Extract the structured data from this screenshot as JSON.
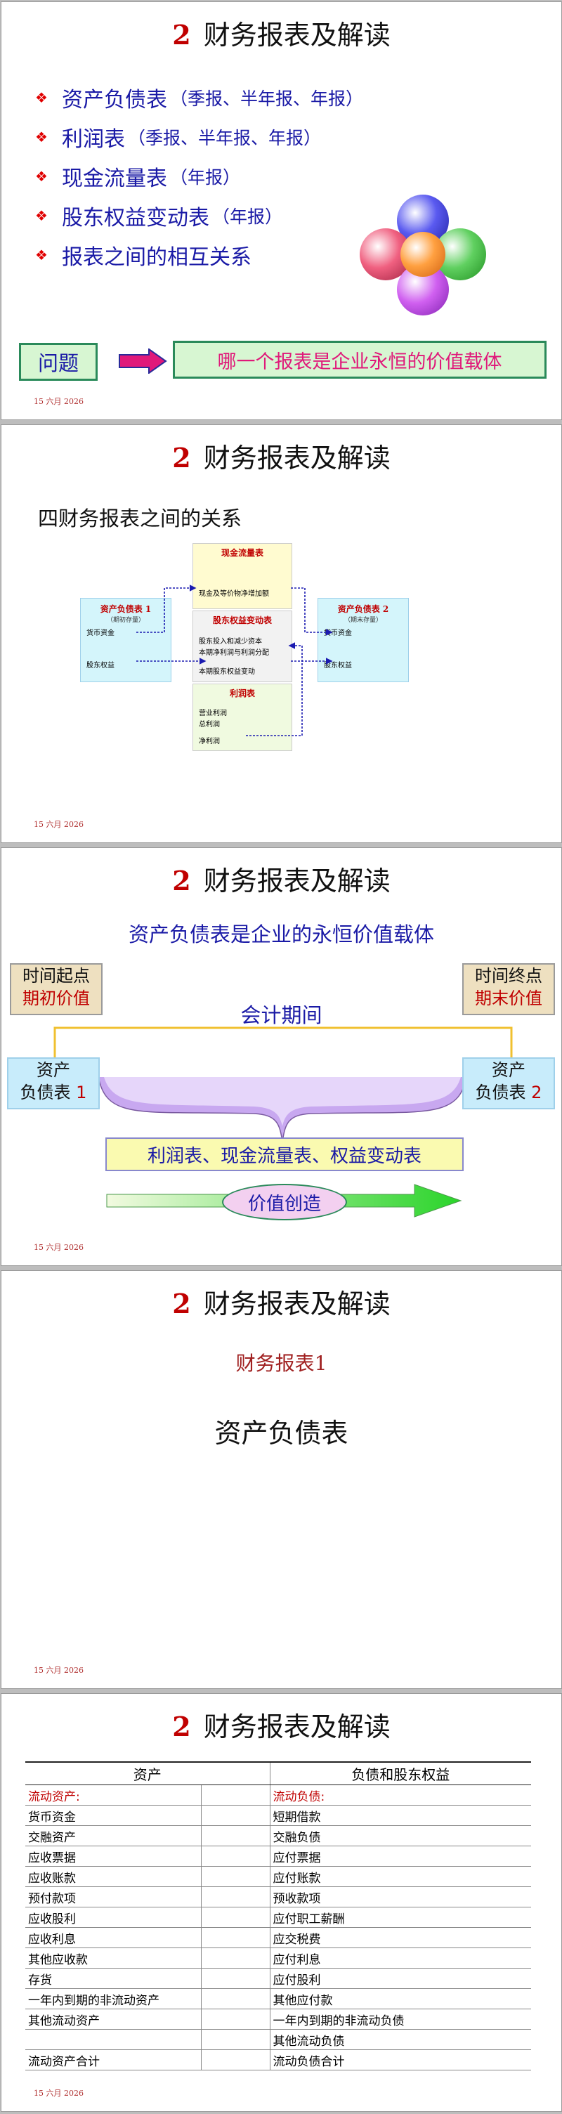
{
  "slides": [
    {
      "number": "2",
      "title": "财务报表及解读",
      "bullets": [
        {
          "main": "资产负债表",
          "sub": "（季报、半年报、年报）"
        },
        {
          "main": "利润表",
          "sub": "（季报、半年报、年报）"
        },
        {
          "main": "现金流量表",
          "sub": "（年报）"
        },
        {
          "main": "股东权益变动表",
          "sub": "（年报）"
        },
        {
          "main": "报表之间的相互关系",
          "sub": ""
        }
      ],
      "question_label": "问题",
      "question_text": "哪一个报表是企业永恒的价值载体",
      "footer": "15 六月 2026",
      "colors": {
        "bullet_text": "#1a1aa6",
        "bullet_marker": "#e00000",
        "highlight_text": "#e0197a"
      }
    },
    {
      "number": "2",
      "title": "财务报表及解读",
      "subtitle": "四财务报表之间的关系",
      "diagram": {
        "cash_flow": {
          "title": "现金流量表",
          "line": "现金及等价物净增加额"
        },
        "equity": {
          "title": "股东权益变动表",
          "lines": [
            "股东投入和减少资本",
            "本期净利润与利润分配",
            "本期股东权益变动"
          ]
        },
        "income": {
          "title": "利润表",
          "lines": [
            "营业利润",
            "总利润",
            "净利润"
          ]
        },
        "bs1": {
          "title": "资产负债表 1",
          "note": "（期初存量）",
          "lines": [
            "货币资金",
            "股东权益"
          ]
        },
        "bs2": {
          "title": "资产负债表 2",
          "note": "（期末存量）",
          "lines": [
            "货币资金",
            "股东权益"
          ]
        }
      },
      "footer": "15 六月 2026"
    },
    {
      "number": "2",
      "title": "财务报表及解读",
      "headline": "资产负债表是企业的永恒价值载体",
      "start": {
        "line1": "时间起点",
        "line2": "期初价值"
      },
      "end": {
        "line1": "时间终点",
        "line2": "期末价值"
      },
      "period": "会计期间",
      "bs1": {
        "line1": "资产",
        "line2": "负债表",
        "num": "1"
      },
      "bs2": {
        "line1": "资产",
        "line2": "负债表",
        "num": "2"
      },
      "statements": "利润表、现金流量表、权益变动表",
      "value": "价值创造",
      "footer": "15 六月 2026"
    },
    {
      "number": "2",
      "title": "财务报表及解读",
      "subtitle": "财务报表1",
      "main": "资产负债表",
      "footer": "15 六月 2026"
    },
    {
      "number": "2",
      "title": "财务报表及解读",
      "table": {
        "headers": [
          "资产",
          "负债和股东权益"
        ],
        "rows": [
          {
            "left": "流动资产:",
            "right": "流动负债:",
            "red": true
          },
          {
            "left": "货币资金",
            "right": "短期借款"
          },
          {
            "left": "交融资产",
            "right": "交融负债"
          },
          {
            "left": "应收票据",
            "right": "应付票据"
          },
          {
            "left": "应收账款",
            "right": "应付账款"
          },
          {
            "left": "预付款项",
            "right": "预收款项"
          },
          {
            "left": "应收股利",
            "right": "应付职工薪酬"
          },
          {
            "left": "应收利息",
            "right": "应交税费"
          },
          {
            "left": "其他应收款",
            "right": "应付利息"
          },
          {
            "left": "存货",
            "right": "应付股利"
          },
          {
            "left": "一年内到期的非流动资产",
            "right": "其他应付款"
          },
          {
            "left": "其他流动资产",
            "right": "一年内到期的非流动负债"
          },
          {
            "left": "",
            "right": "其他流动负债"
          },
          {
            "left": "流动资产合计",
            "right": "流动负债合计"
          }
        ]
      },
      "footer": "15 六月 2026"
    }
  ]
}
